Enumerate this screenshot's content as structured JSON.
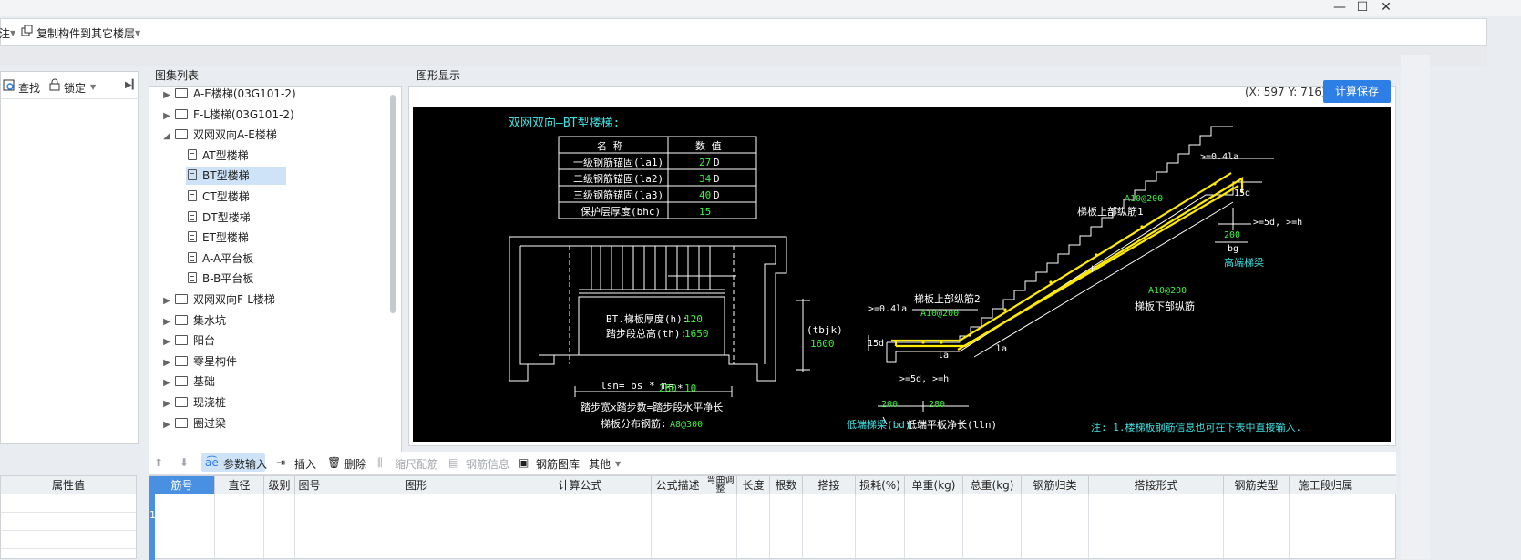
{
  "window": {
    "minimize": "—",
    "maximize": "☐",
    "close": "✕"
  },
  "toolbar": {
    "lead": "注",
    "copy_label": "复制构件到其它楼层"
  },
  "leftpanel": {
    "find": "查找",
    "lock": "锁定"
  },
  "props": {
    "header": "属性值"
  },
  "tree": {
    "title": "图集列表",
    "nodes": [
      {
        "label": "A-E楼梯(03G101-2)",
        "kind": "folder",
        "arrow": "▶"
      },
      {
        "label": "F-L楼梯(03G101-2)",
        "kind": "folder",
        "arrow": "▶"
      },
      {
        "label": "双网双向A-E楼梯",
        "kind": "folder",
        "arrow": "◢"
      },
      {
        "label": "AT型楼梯",
        "kind": "doc"
      },
      {
        "label": "BT型楼梯",
        "kind": "doc"
      },
      {
        "label": "CT型楼梯",
        "kind": "doc"
      },
      {
        "label": "DT型楼梯",
        "kind": "doc"
      },
      {
        "label": "ET型楼梯",
        "kind": "doc"
      },
      {
        "label": "A-A平台板",
        "kind": "doc"
      },
      {
        "label": "B-B平台板",
        "kind": "doc"
      },
      {
        "label": "双网双向F-L楼梯",
        "kind": "folder",
        "arrow": "▶"
      },
      {
        "label": "集水坑",
        "kind": "folder",
        "arrow": "▶"
      },
      {
        "label": "阳台",
        "kind": "folder",
        "arrow": "▶"
      },
      {
        "label": "零星构件",
        "kind": "folder",
        "arrow": "▶"
      },
      {
        "label": "基础",
        "kind": "folder",
        "arrow": "▶"
      },
      {
        "label": "现浇桩",
        "kind": "folder",
        "arrow": "▶"
      },
      {
        "label": "圈过梁",
        "kind": "folder",
        "arrow": "▶"
      }
    ]
  },
  "graph": {
    "title": "图形显示",
    "coord": "(X: 597 Y: 716)",
    "calc_button": "计算保存",
    "drawing": {
      "heading": "双网双向—BT型楼梯:",
      "table_head": [
        "名 称",
        "数 值"
      ],
      "table_rows": [
        {
          "name": "一级钢筋锚固(la1)",
          "value": "27",
          "unit": "D"
        },
        {
          "name": "二级钢筋锚固(la2)",
          "value": "34",
          "unit": "D"
        },
        {
          "name": "三级钢筋锚固(la3)",
          "value": "40",
          "unit": "D"
        },
        {
          "name": "保护层厚度(bhc)",
          "value": "15",
          "unit": ""
        }
      ],
      "thick_label": "BT.梯板厚度(h):",
      "thick_value": "120",
      "height_label": "踏步段总高(th):",
      "height_value": "1650",
      "lsn_label": "lsn= bs * m=",
      "lsn_value": "280",
      "lsn_mul": "* ",
      "lsn_m": "10",
      "tread_text": "踏步宽x踏步数=踏步段水平净长",
      "dist_label": "梯板分布钢筋:",
      "dist_value": "A8@300",
      "tbjk": "(tbjk)",
      "tbjk_value": "1600",
      "top_bar_1": "梯板上部纵筋1",
      "top_bar_2": "梯板上部纵筋2",
      "bottom_bar": "梯板下部纵筋",
      "rebar_a": "A10@200",
      "rebar_b": "A10@200",
      "rebar_c": "A10@200",
      "high_beam": "高端梯梁",
      "low_beam": "低端梯梁(bd)",
      "low_slab": "低端平板净长(lln)",
      "d200": "200",
      "d280": "280",
      "bg200": "200",
      "bg": "bg",
      "note": "注: 1.楼梯板钢筋信息也可在下表中直接输入.",
      "la04": ">=0.4la",
      "la04b": ">=0.4la",
      "la": "la",
      "la2": "la",
      "d5h": ">=5d, >=h",
      "d5h2": ">=5d, >=h",
      "d15": "15d",
      "d15b": "15d",
      "h": "h"
    }
  },
  "bottom_toolbar": {
    "param": "参数输入",
    "insert": "插入",
    "delete": "删除",
    "scale": "缩尺配筋",
    "info": "钢筋信息",
    "lib": "钢筋图库",
    "other": "其他"
  },
  "grid": {
    "columns": [
      "筋号",
      "直径(mm)",
      "级别",
      "图号",
      "图形",
      "计算公式",
      "公式描述",
      "弯曲调整",
      "长度",
      "根数",
      "搭接",
      "损耗(%)",
      "单重(kg)",
      "总重(kg)",
      "钢筋归类",
      "搭接形式",
      "钢筋类型",
      "施工段归属"
    ],
    "row_num": "1"
  },
  "colors": {
    "accent": "#2d7ee5",
    "selected": "#cfe3f8",
    "canvas": "#000000"
  }
}
